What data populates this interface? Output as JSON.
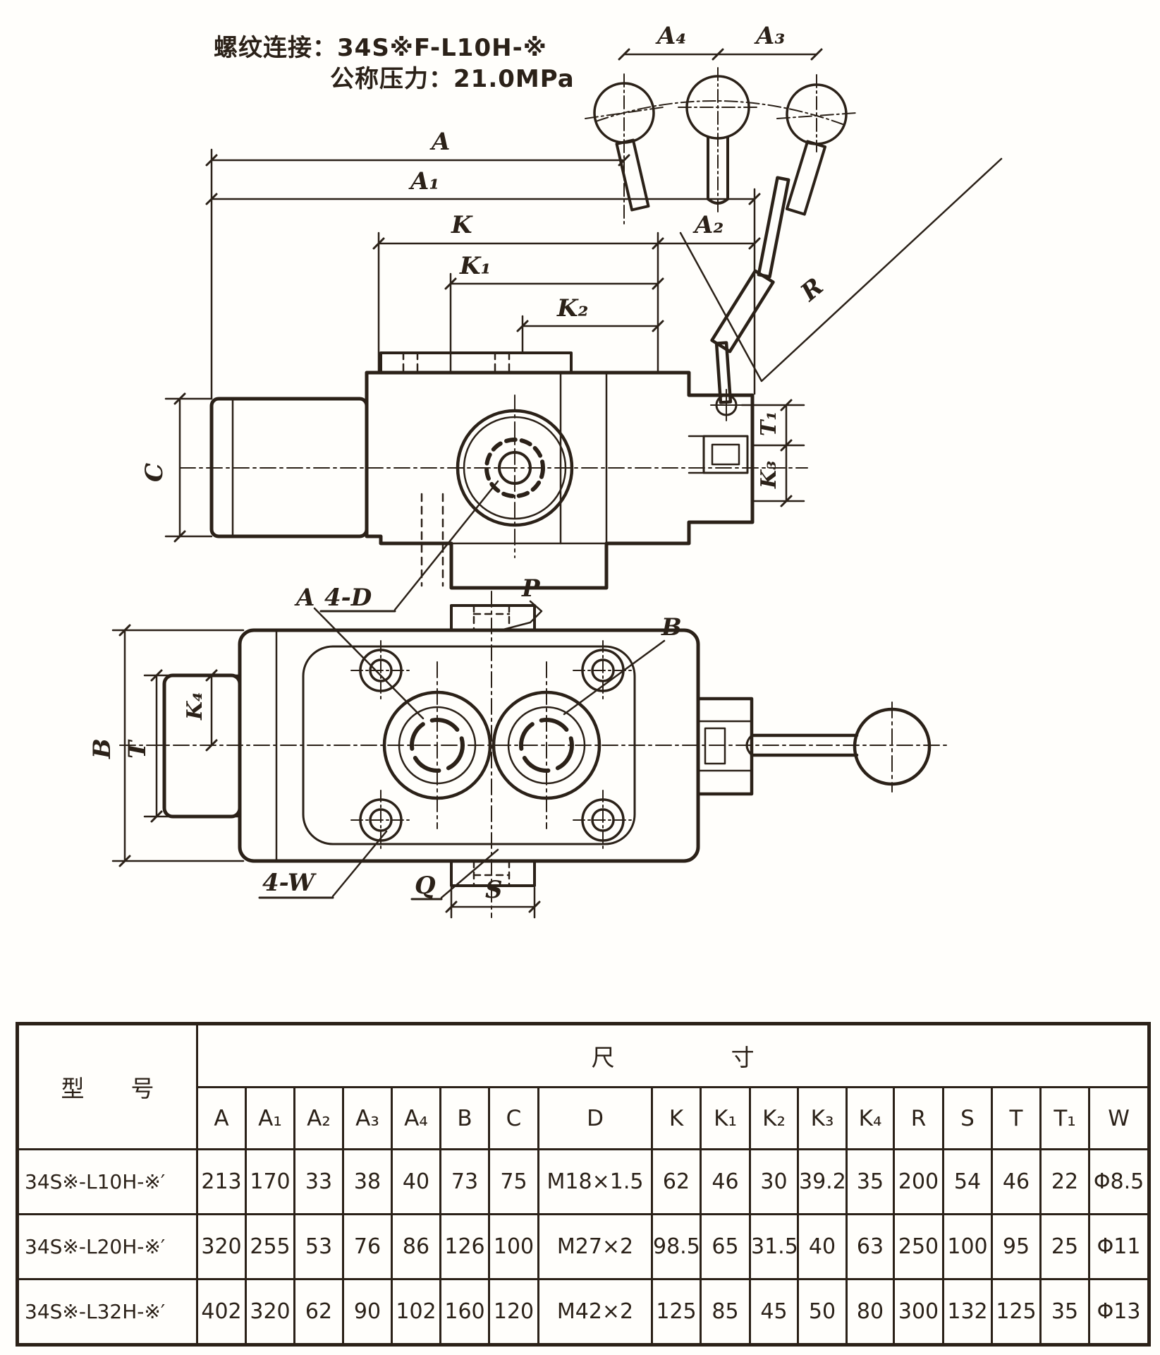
{
  "header": {
    "line1": "螺纹连接：34S※F-L10H-※",
    "line2": "公称压力：21.0MPa"
  },
  "drawing": {
    "side_view": {
      "dim_A": "A",
      "dim_A1": "A₁",
      "dim_A2": "A₂",
      "dim_A3": "A₃",
      "dim_A4": "A₄",
      "dim_K": "K",
      "dim_K1": "K₁",
      "dim_K2": "K₂",
      "dim_K3": "K₃",
      "dim_C": "C",
      "dim_T1": "T₁",
      "dim_R": "R",
      "callout_holes": "4-D",
      "port_P": "P"
    },
    "top_view": {
      "dim_B": "B",
      "dim_T": "T",
      "dim_K4": "K₄",
      "dim_S": "S",
      "port_A": "A",
      "port_B": "B",
      "port_Q": "Q",
      "callout_holes": "4-W"
    }
  },
  "table": {
    "model_header": "型　　号",
    "size_header": "尺　　　　　寸",
    "columns": [
      "A",
      "A₁",
      "A₂",
      "A₃",
      "A₄",
      "B",
      "C",
      "D",
      "K",
      "K₁",
      "K₂",
      "K₃",
      "K₄",
      "R",
      "S",
      "T",
      "T₁",
      "W"
    ],
    "rows": [
      {
        "model": "34S※-L10H-※′",
        "values": [
          "213",
          "170",
          "33",
          "38",
          "40",
          "73",
          "75",
          "M18×1.5",
          "62",
          "46",
          "30",
          "39.2",
          "35",
          "200",
          "54",
          "46",
          "22",
          "Φ8.5"
        ]
      },
      {
        "model": "34S※-L20H-※′",
        "values": [
          "320",
          "255",
          "53",
          "76",
          "86",
          "126",
          "100",
          "M27×2",
          "98.5",
          "65",
          "31.5",
          "40",
          "63",
          "250",
          "100",
          "95",
          "25",
          "Φ11"
        ]
      },
      {
        "model": "34S※-L32H-※′",
        "values": [
          "402",
          "320",
          "62",
          "90",
          "102",
          "160",
          "120",
          "M42×2",
          "125",
          "85",
          "45",
          "50",
          "80",
          "300",
          "132",
          "125",
          "35",
          "Φ13"
        ]
      }
    ]
  }
}
